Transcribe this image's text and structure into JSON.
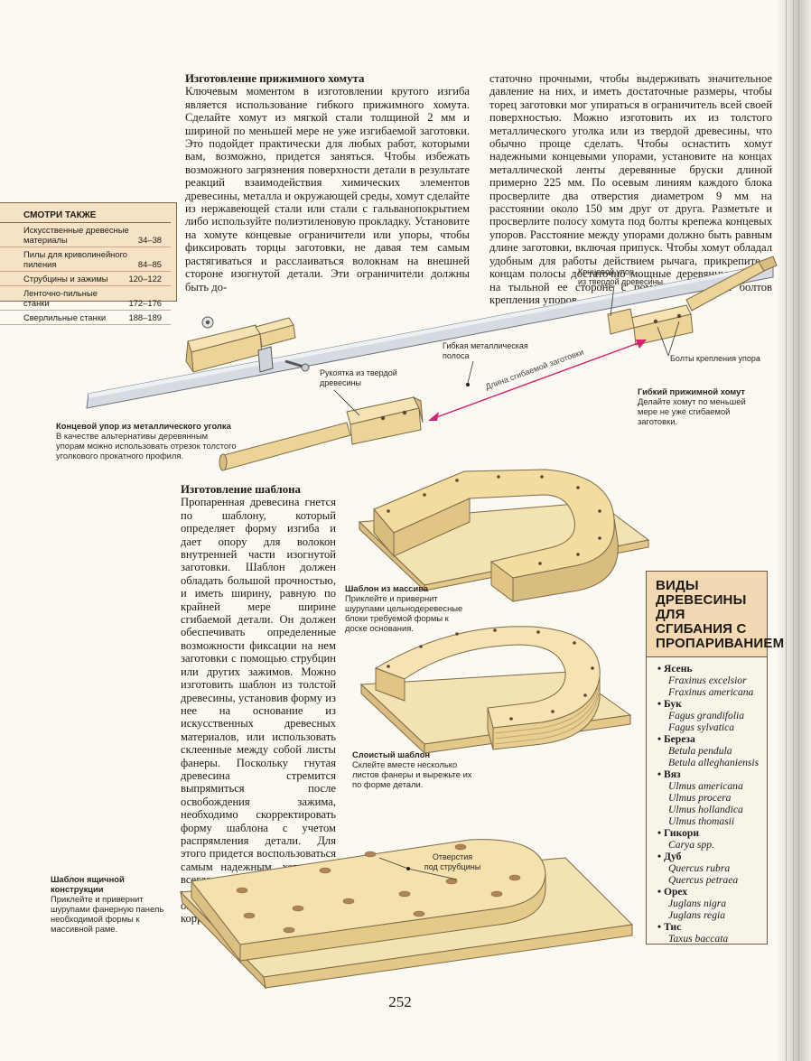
{
  "clamp_section": {
    "title": "Изготовление прижимного хомута",
    "col1": "Ключевым моментом в изготовлении крутого изгиба является использование гибкого прижимного хомута. Сделайте хомут из мягкой стали толщиной 2 мм и шириной по меньшей мере не уже изгибаемой заготовки. Это подойдет практически для любых работ, которыми вам, возможно, придется заняться. Чтобы избежать возможного загрязнения поверхности детали в результате реакций взаимодействия химических элементов древесины, металла и окружающей среды, хомут сделайте из нержавеющей стали или стали с гальванопокрытием либо используйте полиэтиленовую прокладку. Установите на хомуте концевые ограничители или упоры, чтобы фиксировать торцы заготовки, не давая тем самым растягиваться и расслаиваться волокнам на внешней стороне изогнутой детали. Эти ограничители должны быть до-",
    "col2": "статочно прочными, чтобы выдерживать значительное давление на них, и иметь достаточные размеры, чтобы торец заготовки мог упираться в ограничитель всей своей поверхностью. Можно изготовить их из толстого металлического уголка или из твердой древесины, что обычно проще сделать. Чтобы оснастить хомут надежными концевыми упорами, установите на концах металлической ленты деревянные бруски длиной примерно 225 мм. По осевым линиям каждого блока просверлите два отверстия диаметром 9 мм на расстоянии около 150 мм друг от друга. Разметьте и просверлите полосу хомута под болты крепежа концевых упоров. Расстояние между упорами должно быть равным длине заготовки, включая припуск. Чтобы хомут обладал удобным для работы действием рычага, прикрепите к концам полосы достаточно мощные деревянные бруски на тыльной ее стороне с помощью длинных болтов крепления упоров."
  },
  "see_also": {
    "title": "СМОТРИ ТАКЖЕ",
    "items": [
      {
        "text": "Искусственные древесные материалы",
        "pages": "34–38"
      },
      {
        "text": "Пилы для криволинейного пиления",
        "pages": "84–85"
      },
      {
        "text": "Струбцины и зажимы",
        "pages": "120–122"
      },
      {
        "text": "Ленточно-пильные станки",
        "pages": "172–176"
      },
      {
        "text": "Сверлильные станки",
        "pages": "188–189"
      }
    ]
  },
  "clamp_figure": {
    "label_end_stop_hardwood": "Концевой упор\nиз твердой древесины",
    "label_metal_strip": "Гибкая металлическая\nполоса",
    "label_handle": "Рукоятка из твердой\nдревесины",
    "label_bolts": "Болты крепления упора",
    "label_workpiece_length": "Длина сгибаемой заготовки",
    "caption_angle_title": "Концевой упор из металлического уголка",
    "caption_angle_text": "В качестве альтернативы деревянным упорам можно использовать отрезок толстого уголкового прокатного профиля.",
    "caption_flex_title": "Гибкий прижимной хомут",
    "caption_flex_text": "Делайте хомут по меньшей мере не уже сгибаемой заготовки."
  },
  "template_section": {
    "title": "Изготовление шаблона",
    "text": "Пропаренная древесина гнется по шаблону, который определяет форму изгиба и дает опору для волокон внутренней части изогнутой заготовки. Шаблон должен обладать большой прочностью, и иметь ширину, равную по крайней мере ширине сгибаемой детали. Он должен обеспечивать определенные возможности фиксации на нем заготовки с помощью струбцин или других зажимов. Можно изготовить шаблон из толстой древесины, установив форму из нее на основание из искусственных древесных материалов, или использовать склеенные между собой листы фанеры. Поскольку гнутая древесина стремится выпрямиться после освобождения зажима, необходимо скорректировать форму шаблона с учетом распрямления детали. Для этого придется воспользоваться самым надежным, хотя и не всегда приятным способом – методом проб и ошибок, чтобы определить параметры такой коррекции."
  },
  "captions": {
    "solid_title": "Шаблон из массива",
    "solid_text": "Приклейте и привернит шурупами цельнодеревесные блоки требуемой формы к доске основания.",
    "layered_title": "Слоистый шаблон",
    "layered_text": "Склейте вместе несколько листов фанеры и вырежьте их по форме детали.",
    "box_title": "Шаблон ящичной конструкции",
    "box_text": "Приклейте и привернит шурупами фанерную панель необходимой формы к массивной раме.",
    "holes_label": "Отверстия\nпод струбцины"
  },
  "species_box": {
    "title": "ВИДЫ ДРЕВЕСИНЫ ДЛЯ СГИБАНИЯ С ПРОПАРИВАНИЕМ",
    "items": [
      {
        "name": "Ясень",
        "latin": [
          "Fraxinus excelsior",
          "Fraxinus americana"
        ]
      },
      {
        "name": "Бук",
        "latin": [
          "Fagus grandifolia",
          "Fagus sylvatica"
        ]
      },
      {
        "name": "Береза",
        "latin": [
          "Betula pendula",
          "Betula alleghaniensis"
        ]
      },
      {
        "name": "Вяз",
        "latin": [
          "Ulmus americana",
          "Ulmus procera",
          "Ulmus hollandica",
          "Ulmus thomasii"
        ]
      },
      {
        "name": "Гикори",
        "latin": [
          "Carya spp."
        ]
      },
      {
        "name": "Дуб",
        "latin": [
          "Quercus rubra",
          "Quercus petraea"
        ]
      },
      {
        "name": "Орех",
        "latin": [
          "Juglans nigra",
          "Juglans regia"
        ]
      },
      {
        "name": "Тис",
        "latin": [
          "Taxus baccata"
        ]
      }
    ]
  },
  "page_number": "252",
  "colors": {
    "wood": "#f0dca5",
    "wood_dark": "#d9bd80",
    "metal": "#d6dbe2",
    "accent": "#d4226e",
    "sidebar_bg": "#f6e3c6"
  }
}
